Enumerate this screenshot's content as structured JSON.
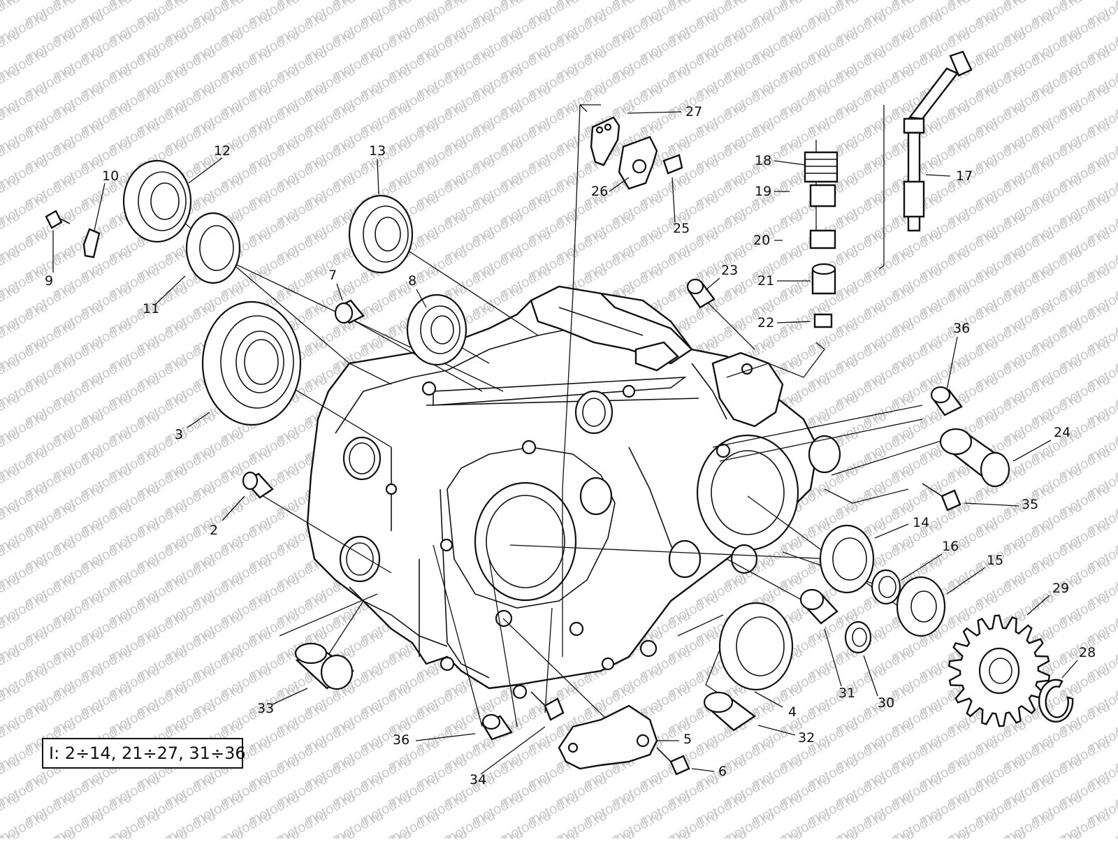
{
  "watermark": "motod.ru",
  "legend": "I: 2÷14, 21÷27, 31÷36",
  "part_labels": {
    "p2": "2",
    "p3": "3",
    "p4": "4",
    "p5": "5",
    "p6": "6",
    "p7": "7",
    "p8": "8",
    "p9": "9",
    "p10": "10",
    "p11": "11",
    "p12": "12",
    "p13": "13",
    "p14": "14",
    "p15": "15",
    "p16": "16",
    "p17": "17",
    "p18": "18",
    "p19": "19",
    "p20": "20",
    "p21": "21",
    "p22": "22",
    "p23": "23",
    "p24": "24",
    "p25": "25",
    "p26": "26",
    "p27": "27",
    "p28": "28",
    "p29": "29",
    "p30": "30",
    "p31": "31",
    "p32": "32",
    "p33": "33",
    "p34": "34",
    "p35": "35",
    "p36a": "36",
    "p36b": "36"
  }
}
